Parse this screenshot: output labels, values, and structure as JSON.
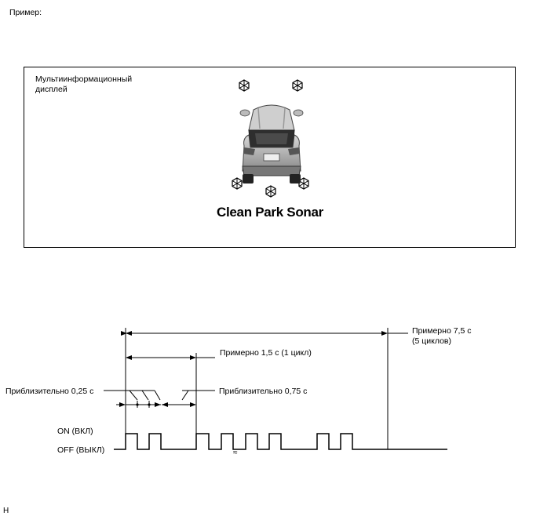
{
  "example_label": "Пример:",
  "display": {
    "label": "Мультиинформационный дисплей",
    "title": "Clean Park Sonar",
    "sensor_icon": "sonar-sensor-icon",
    "car_icon": "car-rear-view-icon"
  },
  "timing": {
    "total_label": "Примерно  7,5 с",
    "total_sub": "(5 циклов)",
    "cycle_label": "Примерно  1,5 с (1 цикл)",
    "on_label": "Приблизительно 0,25 с",
    "off_label": "Приблизительно 0,75 с",
    "on_state": "ON (ВКЛ)",
    "off_state": "OFF (ВЫКЛ)",
    "break_mark": "≈"
  },
  "footer_code": "H"
}
